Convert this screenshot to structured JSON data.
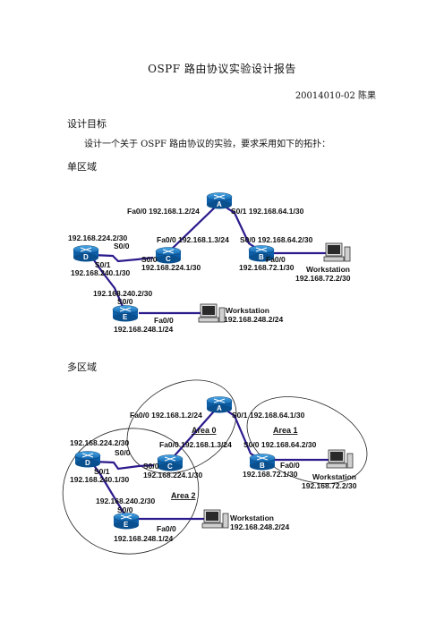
{
  "doc": {
    "title": "OSPF 路由协议实验设计报告",
    "author": "20014010-02 陈果",
    "goal_heading": "设计目标",
    "goal_text": "设计一个关于 OSPF 路由协议的实验，要求采用如下的拓扑：",
    "single_heading": "单区域",
    "multi_heading": "多区域"
  },
  "single": {
    "a_fa0": "Fa0/0 192.168.1.2/24",
    "a_s01": "S0/1 192.168.64.1/30",
    "c_fa0": "Fa0/0 192.168.1.3/24",
    "b_s00": "S0/0 192.168.64.2/30",
    "d_s00_ip": "192.168.224.2/30",
    "d_s00": "S0/0",
    "c_s00": "S0/0",
    "c_s00_ip": "192.168.224.1/30",
    "d_s01": "S0/1",
    "d_s01_ip": "192.168.240.1/30",
    "b_fa0": "Fa0/0",
    "b_fa0_ip": "192.168.72.1/30",
    "ws1": "Workstation",
    "ws1_ip": "192.168.72.2/30",
    "e_s00_ip": "192.168.240.2/30",
    "e_s00": "S0/0",
    "e_fa0": "Fa0/0",
    "e_fa0_ip": "192.168.248.1/24",
    "ws2": "Workstation",
    "ws2_ip": "192.168.248.2/24",
    "routers": {
      "a": "A",
      "b": "B",
      "c": "C",
      "d": "D",
      "e": "E"
    }
  },
  "multi": {
    "a_fa0": "Fa0/0 192.168.1.2/24",
    "a_s01": "S0/1 192.168.64.1/30",
    "area0": "Area 0",
    "area1": "Area 1",
    "area2": "Area 2",
    "c_fa0": "Fa0/0 192.168.1.3/24",
    "b_s00": "S0/0 192.168.64.2/30",
    "d_s00_ip": "192.168.224.2/30",
    "d_s00": "S0/0",
    "d_s01": "S0/1",
    "c_s00": "S0/0",
    "d_s01_ip": "192.168.240.1/30",
    "c_s00_ip": "192.168.224.1/30",
    "b_fa0": "Fa0/0",
    "b_fa0_ip": "192.168.72.1/30",
    "ws1": "Workstation",
    "ws1_ip": "192.168.72.2/30",
    "e_s00_ip": "192.168.240.2/30",
    "e_s00": "S0/0",
    "ws2": "Workstation",
    "ws2_ip": "192.168.248.2/24",
    "e_fa0": "Fa0/0",
    "e_fa0_ip": "192.168.248.1/24",
    "routers": {
      "a": "A",
      "b": "B",
      "c": "C",
      "d": "D",
      "e": "E"
    }
  }
}
